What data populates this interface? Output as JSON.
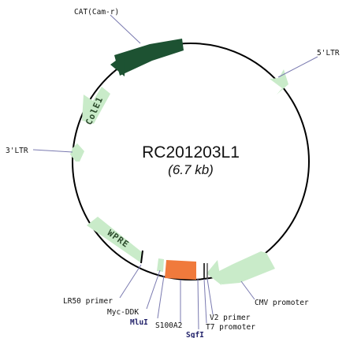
{
  "plasmid": {
    "name": "RC201203L1",
    "size": "(6.7 kb)"
  },
  "features": {
    "cat": "CAT(Cam-r)",
    "ltr5": "5'LTR",
    "ltr3": "3'LTR",
    "cole1": "ColE1",
    "wpre": "WPRE",
    "cmv": "CMV promoter",
    "lr50": "LR50 primer",
    "mycddk": "Myc-DDK",
    "mlui": "MluI",
    "s100a2": "S100A2",
    "sgfi": "SgfI",
    "t7": "T7 promoter",
    "v2": "V2 primer"
  },
  "colors": {
    "feature_light": "#c9ebc9",
    "feature_dark": "#1d5232",
    "insert": "#f07a3c",
    "backbone": "#000000",
    "leader_line": "#7a7ab0",
    "site_label": "#22226a"
  }
}
